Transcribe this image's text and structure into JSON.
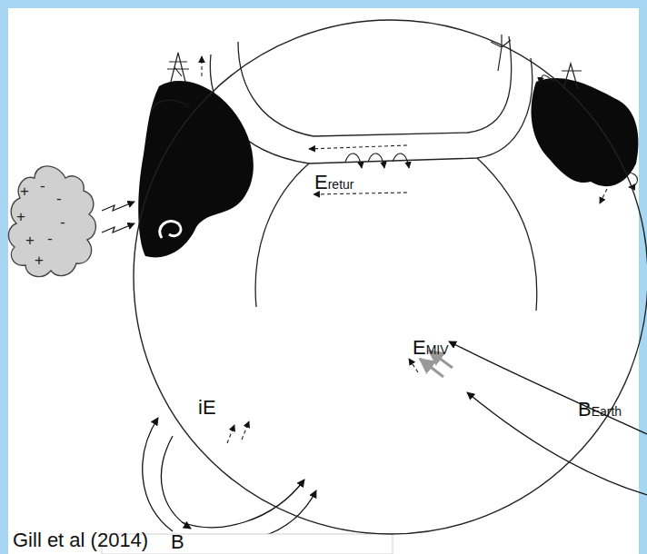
{
  "diagram": {
    "caption": "Gill et al (2014)",
    "nodes": [
      {
        "text": [
          "+",
          "-",
          "-",
          "+",
          "+",
          "-",
          "-",
          "+"
        ]
      },
      {
        "text": [
          "Eretur",
          "EMIV",
          "iE"
        ]
      }
    ],
    "labels": [
      "BEarth",
      "B"
    ]
  }
}
